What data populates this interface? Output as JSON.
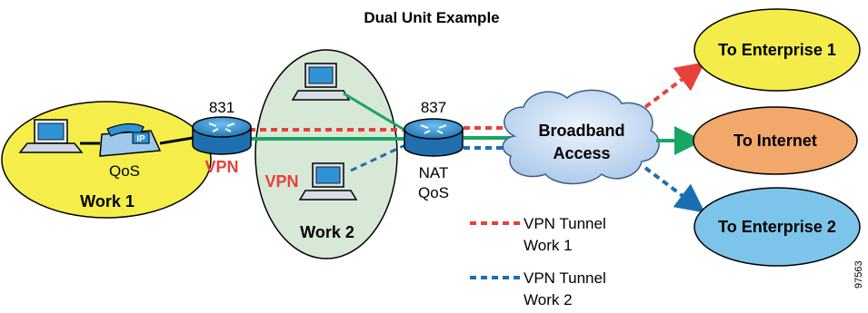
{
  "title": "Dual Unit Example",
  "routers": {
    "r831": {
      "label": "831",
      "tag": "VPN"
    },
    "r837": {
      "label": "837",
      "tag1": "NAT",
      "tag2": "QoS"
    }
  },
  "zones": {
    "work1": {
      "label": "Work 1",
      "qos_label": "QoS",
      "phone_label": "IP"
    },
    "work2": {
      "label": "Work 2",
      "vpn_label": "VPN"
    }
  },
  "cloud": {
    "line1": "Broadband",
    "line2": "Access"
  },
  "destinations": {
    "enterprise1": "To Enterprise 1",
    "internet": "To Internet",
    "enterprise2": "To Enterprise 2"
  },
  "legend": {
    "tunnel1_line1": "VPN Tunnel",
    "tunnel1_line2": "Work 1",
    "tunnel2_line1": "VPN Tunnel",
    "tunnel2_line2": "Work 2"
  },
  "figure_id": "97563",
  "colors": {
    "work1_zone": "#f5ee4a",
    "work2_zone": "#d7e8d7",
    "enterprise": "#f3ec4a",
    "internet": "#f2a86a",
    "enterprise2": "#7cc4ea",
    "cloud": "#c9dcf2",
    "router": "#2f93d6",
    "tunnel_work1": "#e8403a",
    "tunnel_work2": "#1a6fb3",
    "lan": "#1aa562",
    "vpn_text": "#e8403a"
  }
}
